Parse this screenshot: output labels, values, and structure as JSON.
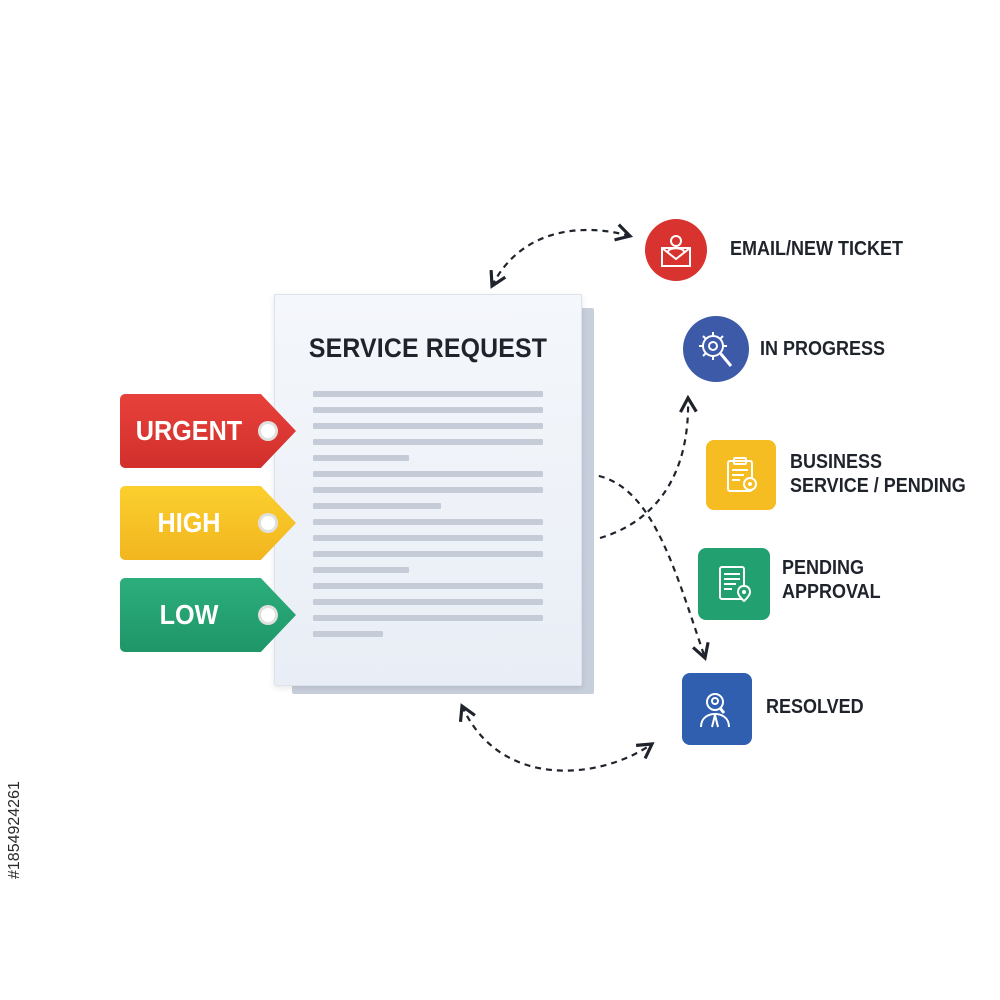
{
  "document": {
    "title": "SERVICE REQUEST"
  },
  "priorities": [
    {
      "label": "URGENT",
      "color": "#d9332f"
    },
    {
      "label": "HIGH",
      "color": "#f5bd22"
    },
    {
      "label": "LOW",
      "color": "#22a070"
    }
  ],
  "statuses": {
    "email_new_ticket": {
      "label": "EMAIL/NEW TICKET",
      "icon": "envelope-person-icon",
      "color": "#d9332f"
    },
    "in_progress": {
      "label": "IN PROGRESS",
      "icon": "gear-magnifier-icon",
      "color": "#3d5aa8"
    },
    "business_service_pending": {
      "line1": "BUSINESS",
      "line2": "SERVICE / PENDING",
      "icon": "clipboard-icon",
      "color": "#f5bd22"
    },
    "pending_approval": {
      "line1": "PENDING",
      "line2": "APPROVAL",
      "icon": "document-pin-icon",
      "color": "#22a070"
    },
    "resolved": {
      "label": "RESOLVED",
      "icon": "person-search-icon",
      "color": "#2f5fae"
    }
  },
  "watermark": {
    "stock_id": "#1854924261"
  }
}
